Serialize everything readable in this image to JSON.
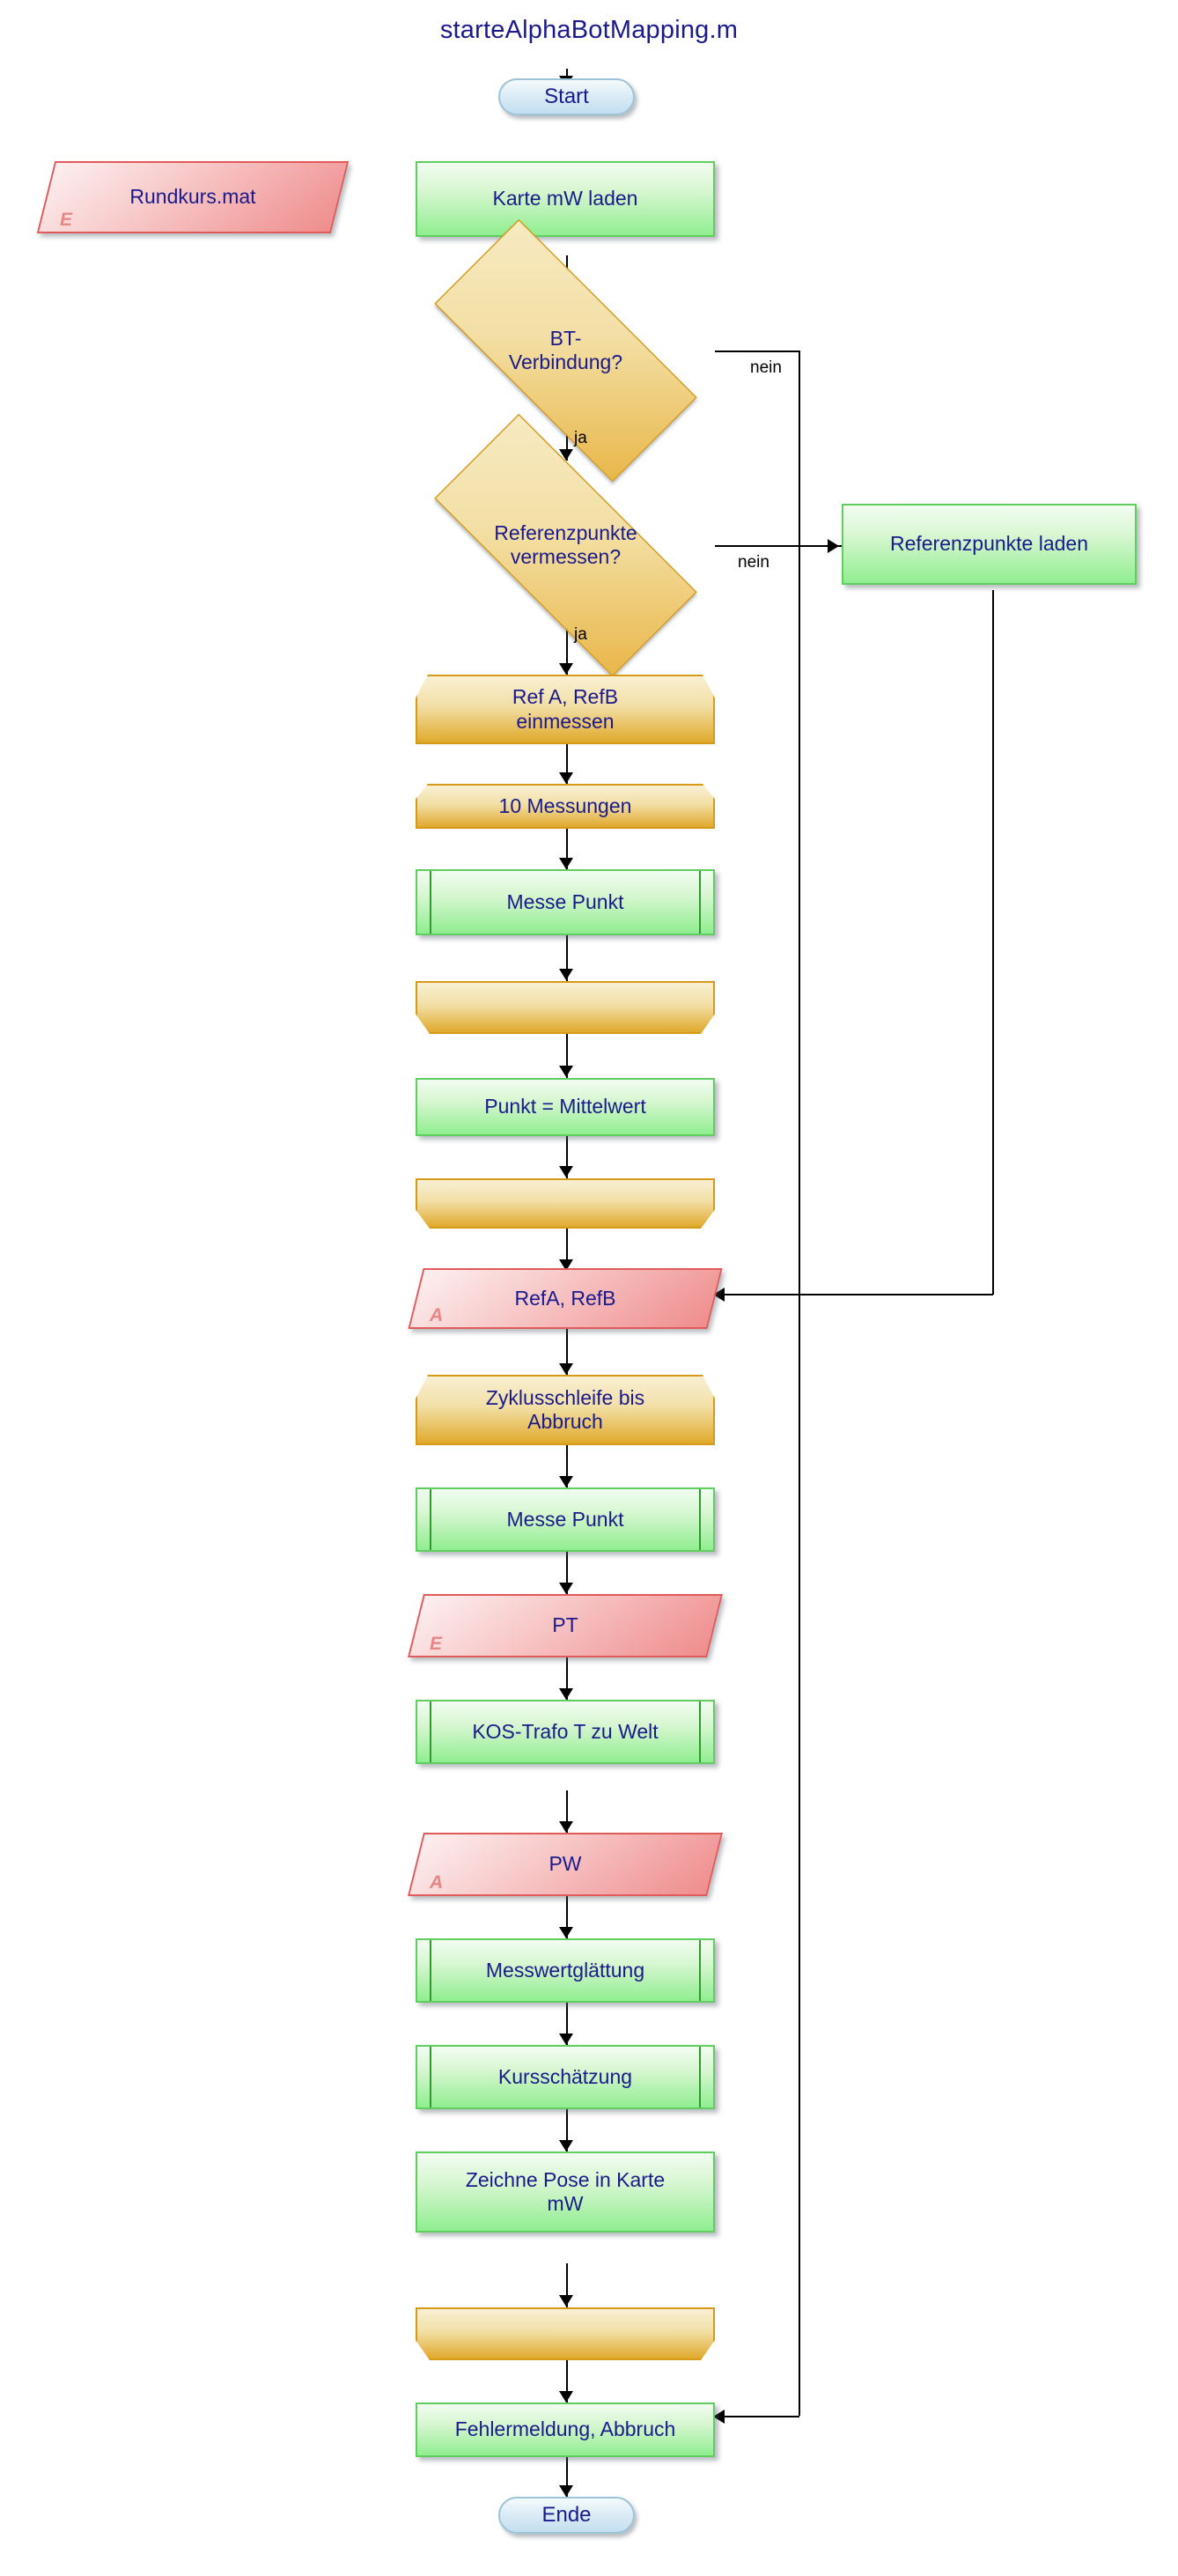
{
  "diagram": {
    "title": "starteAlphaBotMapping.m",
    "type": "flowchart",
    "colors": {
      "title_text": "#1a1a8c",
      "node_text": "#1a1a8c",
      "terminal_fill": "#c3dff0",
      "terminal_border": "#9dc3d8",
      "process_fill": "#90ee90",
      "process_border": "#5fce5f",
      "decision_fill": "#e9b74a",
      "decision_border": "#d69a16",
      "loop_fill": "#e0a92c",
      "loop_border": "#d69a16",
      "data_fill": "#ef8d8d",
      "data_border": "#e05a5a",
      "io_marker": "#e88686",
      "connector": "#000000"
    },
    "nodes": [
      {
        "id": "start",
        "shape": "terminal",
        "label": "Start"
      },
      {
        "id": "rundkurs",
        "shape": "data-parallelogram",
        "label": "Rundkurs.mat",
        "io": "E"
      },
      {
        "id": "karte",
        "shape": "process",
        "label": "Karte mW laden"
      },
      {
        "id": "bt",
        "shape": "decision",
        "label": "BT-\nVerbindung?"
      },
      {
        "id": "refvermessen",
        "shape": "decision",
        "label": "Referenzpunkte\nvermessen?"
      },
      {
        "id": "refladen",
        "shape": "process",
        "label": "Referenzpunkte laden"
      },
      {
        "id": "refeinmessen",
        "shape": "loop-start",
        "label": "Ref A, RefB\neinmessen"
      },
      {
        "id": "messungen10",
        "shape": "loop-start",
        "label": "10 Messungen"
      },
      {
        "id": "messepunkt1",
        "shape": "predefined-process",
        "label": "Messe Punkt"
      },
      {
        "id": "loopend1",
        "shape": "loop-end",
        "label": ""
      },
      {
        "id": "mittelwert",
        "shape": "process",
        "label": "Punkt = Mittelwert"
      },
      {
        "id": "loopend2",
        "shape": "loop-end",
        "label": ""
      },
      {
        "id": "refarefb",
        "shape": "data-parallelogram",
        "label": "RefA, RefB",
        "io": "A"
      },
      {
        "id": "zyklus",
        "shape": "loop-start",
        "label": "Zyklusschleife bis\nAbbruch"
      },
      {
        "id": "messepunkt2",
        "shape": "predefined-process",
        "label": "Messe Punkt"
      },
      {
        "id": "pt",
        "shape": "data-parallelogram",
        "label": "PT",
        "io": "E"
      },
      {
        "id": "kostrafo",
        "shape": "predefined-process",
        "label": "KOS-Trafo T zu Welt"
      },
      {
        "id": "pw",
        "shape": "data-parallelogram",
        "label": "PW",
        "io": "A"
      },
      {
        "id": "glaettung",
        "shape": "predefined-process",
        "label": "Messwertglättung"
      },
      {
        "id": "kurs",
        "shape": "predefined-process",
        "label": "Kursschätzung"
      },
      {
        "id": "zeichne",
        "shape": "process",
        "label": "Zeichne Pose in Karte\nmW"
      },
      {
        "id": "loopend3",
        "shape": "loop-end",
        "label": ""
      },
      {
        "id": "fehler",
        "shape": "process",
        "label": "Fehlermeldung, Abbruch"
      },
      {
        "id": "ende",
        "shape": "terminal",
        "label": "Ende"
      }
    ],
    "edge_labels": {
      "bt_no": "nein",
      "bt_yes": "ja",
      "ref_no": "nein",
      "ref_yes": "ja"
    },
    "edges": [
      {
        "from": "start",
        "to": "karte",
        "label": ""
      },
      {
        "from": "rundkurs",
        "to": "karte",
        "label": ""
      },
      {
        "from": "karte",
        "to": "bt",
        "label": ""
      },
      {
        "from": "bt",
        "to": "refvermessen",
        "label": "ja"
      },
      {
        "from": "bt",
        "to": "fehler",
        "label": "nein"
      },
      {
        "from": "refvermessen",
        "to": "refeinmessen",
        "label": "ja"
      },
      {
        "from": "refvermessen",
        "to": "refladen",
        "label": "nein"
      },
      {
        "from": "refladen",
        "to": "refarefb",
        "label": ""
      },
      {
        "from": "refeinmessen",
        "to": "messungen10",
        "label": ""
      },
      {
        "from": "messungen10",
        "to": "messepunkt1",
        "label": ""
      },
      {
        "from": "messepunkt1",
        "to": "loopend1",
        "label": ""
      },
      {
        "from": "loopend1",
        "to": "mittelwert",
        "label": ""
      },
      {
        "from": "mittelwert",
        "to": "loopend2",
        "label": ""
      },
      {
        "from": "loopend2",
        "to": "refarefb",
        "label": ""
      },
      {
        "from": "refarefb",
        "to": "zyklus",
        "label": ""
      },
      {
        "from": "zyklus",
        "to": "messepunkt2",
        "label": ""
      },
      {
        "from": "messepunkt2",
        "to": "pt",
        "label": ""
      },
      {
        "from": "pt",
        "to": "kostrafo",
        "label": ""
      },
      {
        "from": "kostrafo",
        "to": "pw",
        "label": ""
      },
      {
        "from": "pw",
        "to": "glaettung",
        "label": ""
      },
      {
        "from": "glaettung",
        "to": "kurs",
        "label": ""
      },
      {
        "from": "kurs",
        "to": "zeichne",
        "label": ""
      },
      {
        "from": "zeichne",
        "to": "loopend3",
        "label": ""
      },
      {
        "from": "loopend3",
        "to": "fehler",
        "label": ""
      },
      {
        "from": "fehler",
        "to": "ende",
        "label": ""
      }
    ]
  }
}
